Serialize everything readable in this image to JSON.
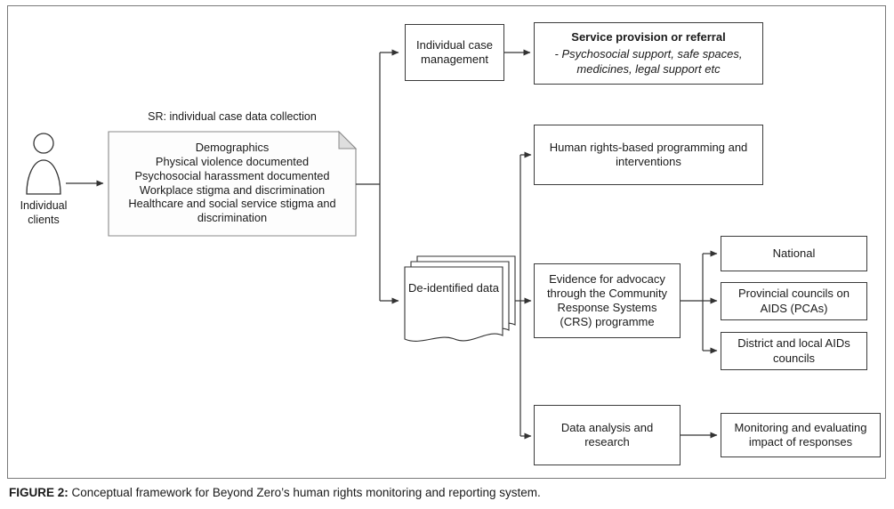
{
  "figure": {
    "caption_label": "FIGURE 2:",
    "caption_text": " Conceptual framework for Beyond Zero’s human rights monitoring and reporting system."
  },
  "person": {
    "label": "Individual clients"
  },
  "collection": {
    "title": "SR: individual case data collection",
    "lines": [
      "Demographics",
      "Physical violence documented",
      "Psychosocial harassment documented",
      "Workplace stigma and discrimination",
      "Healthcare and social service stigma and discrimination"
    ]
  },
  "boxes": {
    "case_management": "Individual case management",
    "service_title": "Service provision or referral",
    "service_detail": "- Psychosocial support, safe spaces, medicines, legal support etc",
    "deidentified": "De-identified data",
    "human_rights": "Human rights-based programming and interventions",
    "evidence": "Evidence for advocacy through the Community Response Systems (CRS) programme",
    "data_analysis": "Data analysis and research",
    "national": "National",
    "provincial": "Provincial councils on AIDS (PCAs)",
    "district": "District and local AIDs councils",
    "monitoring": "Monitoring and evaluating impact of responses"
  },
  "colors": {
    "line": "#333333",
    "note_border": "#8a8a8a",
    "fold": "#dedede"
  }
}
